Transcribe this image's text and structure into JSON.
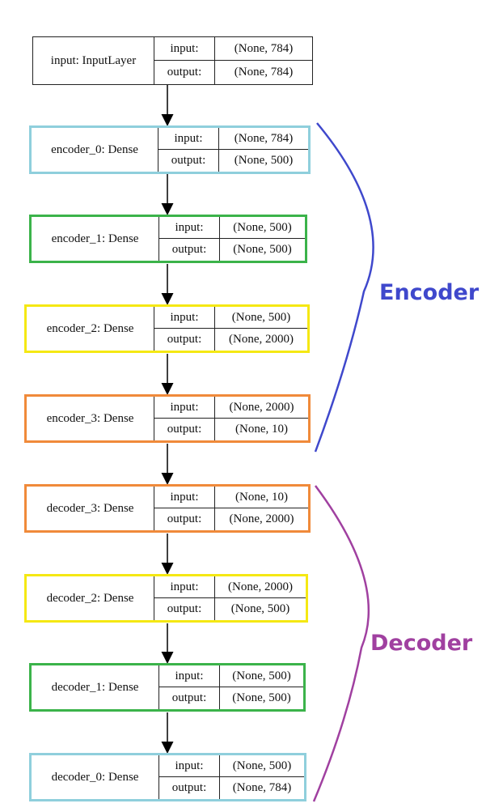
{
  "layers": [
    {
      "name": "input: InputLayer",
      "input_label": "input:",
      "output_label": "output:",
      "input": "(None, 784)",
      "output": "(None, 784)",
      "color": "#222222"
    },
    {
      "name": "encoder_0: Dense",
      "input_label": "input:",
      "output_label": "output:",
      "input": "(None, 784)",
      "output": "(None, 500)",
      "color": "#8fcfdc"
    },
    {
      "name": "encoder_1: Dense",
      "input_label": "input:",
      "output_label": "output:",
      "input": "(None, 500)",
      "output": "(None, 500)",
      "color": "#3bb34a"
    },
    {
      "name": "encoder_2: Dense",
      "input_label": "input:",
      "output_label": "output:",
      "input": "(None, 500)",
      "output": "(None, 2000)",
      "color": "#f5e813"
    },
    {
      "name": "encoder_3: Dense",
      "input_label": "input:",
      "output_label": "output:",
      "input": "(None, 2000)",
      "output": "(None, 10)",
      "color": "#f08a3a"
    },
    {
      "name": "decoder_3: Dense",
      "input_label": "input:",
      "output_label": "output:",
      "input": "(None, 10)",
      "output": "(None, 2000)",
      "color": "#f08a3a"
    },
    {
      "name": "decoder_2: Dense",
      "input_label": "input:",
      "output_label": "output:",
      "input": "(None, 2000)",
      "output": "(None, 500)",
      "color": "#f5e813"
    },
    {
      "name": "decoder_1: Dense",
      "input_label": "input:",
      "output_label": "output:",
      "input": "(None, 500)",
      "output": "(None, 500)",
      "color": "#3bb34a"
    },
    {
      "name": "decoder_0: Dense",
      "input_label": "input:",
      "output_label": "output:",
      "input": "(None, 500)",
      "output": "(None, 784)",
      "color": "#8fcfdc"
    }
  ],
  "groups": {
    "encoder": {
      "label": "Encoder",
      "color": "#3f48cc"
    },
    "decoder": {
      "label": "Decoder",
      "color": "#a040a0"
    }
  }
}
